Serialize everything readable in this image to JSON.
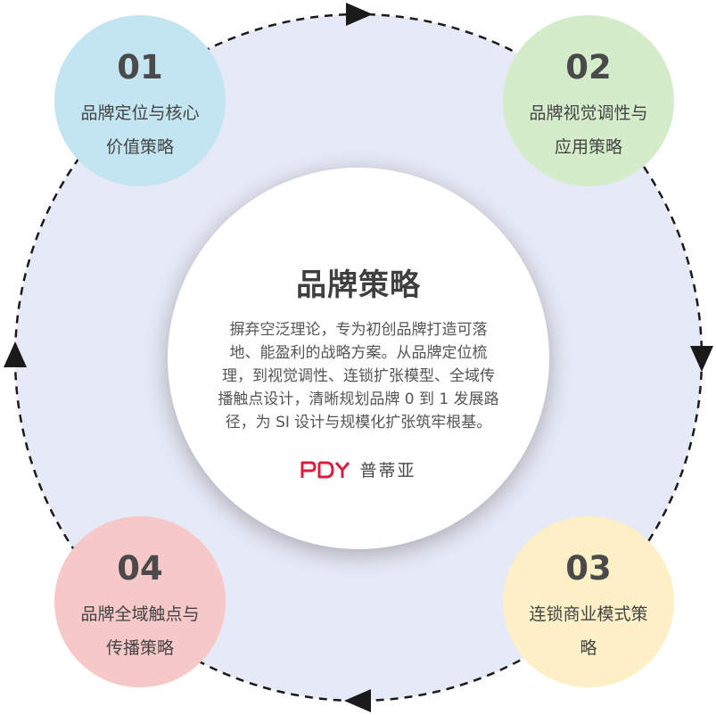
{
  "center": {
    "title": "品牌策略",
    "description": "摒弃空泛理论，专为初创品牌打造可落地、能盈利的战略方案。从品牌定位梳理，到视觉调性、连锁扩张模型、全域传播触点设计，清晰规划品牌 0 到 1 发展路径，为 SI 设计与规模化扩张筑牢根基。",
    "logo_mark": "PDY",
    "logo_text": "普蒂亚"
  },
  "steps": [
    {
      "num": "01",
      "label": "品牌定位与核心价值策略",
      "color": "#c3e4f1"
    },
    {
      "num": "02",
      "label": "品牌视觉调性与应用策略",
      "color": "#d5eccb"
    },
    {
      "num": "03",
      "label": "连锁商业模式策略",
      "color": "#fdefc6"
    },
    {
      "num": "04",
      "label": "品牌全域触点与传播策略",
      "color": "#f6c8c8"
    }
  ],
  "colors": {
    "ring_fill": "#e6e9f6",
    "dash": "#1a1a1a",
    "logo_red": "#d81e3c"
  }
}
